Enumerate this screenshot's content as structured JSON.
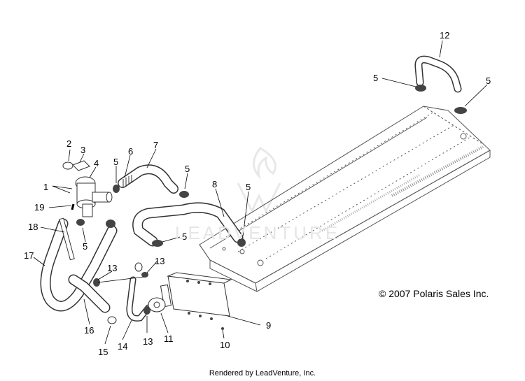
{
  "callouts": [
    {
      "id": "1",
      "label": "1"
    },
    {
      "id": "2",
      "label": "2"
    },
    {
      "id": "3",
      "label": "3"
    },
    {
      "id": "4",
      "label": "4"
    },
    {
      "id": "5a",
      "label": "5"
    },
    {
      "id": "5b",
      "label": "5"
    },
    {
      "id": "5c",
      "label": "5"
    },
    {
      "id": "5d",
      "label": "5"
    },
    {
      "id": "5e",
      "label": "5"
    },
    {
      "id": "5f",
      "label": "5"
    },
    {
      "id": "5g",
      "label": "5"
    },
    {
      "id": "6",
      "label": "6"
    },
    {
      "id": "7",
      "label": "7"
    },
    {
      "id": "8",
      "label": "8"
    },
    {
      "id": "9",
      "label": "9"
    },
    {
      "id": "10",
      "label": "10"
    },
    {
      "id": "11",
      "label": "11"
    },
    {
      "id": "12",
      "label": "12"
    },
    {
      "id": "13a",
      "label": "13"
    },
    {
      "id": "13b",
      "label": "13"
    },
    {
      "id": "13c",
      "label": "13"
    },
    {
      "id": "14",
      "label": "14"
    },
    {
      "id": "15",
      "label": "15"
    },
    {
      "id": "16",
      "label": "16"
    },
    {
      "id": "17",
      "label": "17"
    },
    {
      "id": "18",
      "label": "18"
    },
    {
      "id": "19",
      "label": "19"
    }
  ],
  "copyright": "© 2007 Polaris Sales Inc.",
  "footer": "Rendered by LeadVenture, Inc.",
  "watermark": "LEADVENTURE"
}
